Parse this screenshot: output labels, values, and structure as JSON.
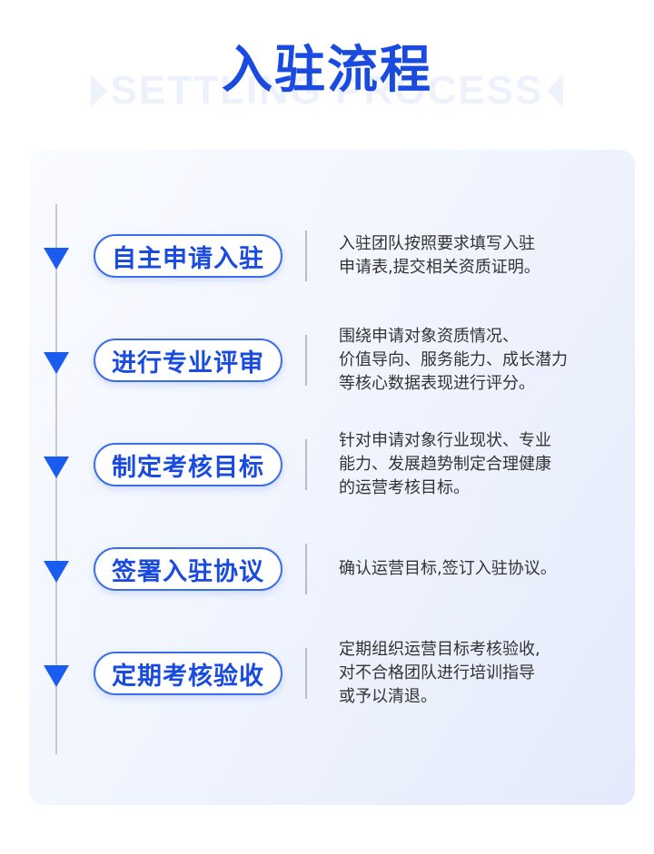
{
  "header": {
    "title": "入驻流程",
    "watermark": "SETTLING PROCESS"
  },
  "steps": [
    {
      "label": "自主申请入驻",
      "desc": [
        "入驻团队按照要求填写入驻",
        "申请表,提交相关资质证明。"
      ]
    },
    {
      "label": "进行专业评审",
      "desc": [
        "围绕申请对象资质情况、",
        "价值导向、服务能力、成长潜力",
        "等核心数据表现进行评分。"
      ]
    },
    {
      "label": "制定考核目标",
      "desc": [
        "针对申请对象行业现状、专业",
        "能力、发展趋势制定合理健康",
        "的运营考核目标。"
      ]
    },
    {
      "label": "签署入驻协议",
      "desc": [
        "确认运营目标,签订入驻协议。"
      ]
    },
    {
      "label": "定期考核验收",
      "desc": [
        "定期组织运营目标考核验收,",
        "对不合格团队进行培训指导",
        "或予以清退。"
      ]
    }
  ],
  "colors": {
    "accent": "#1a4be0",
    "arrow": "#1a5cf0"
  }
}
